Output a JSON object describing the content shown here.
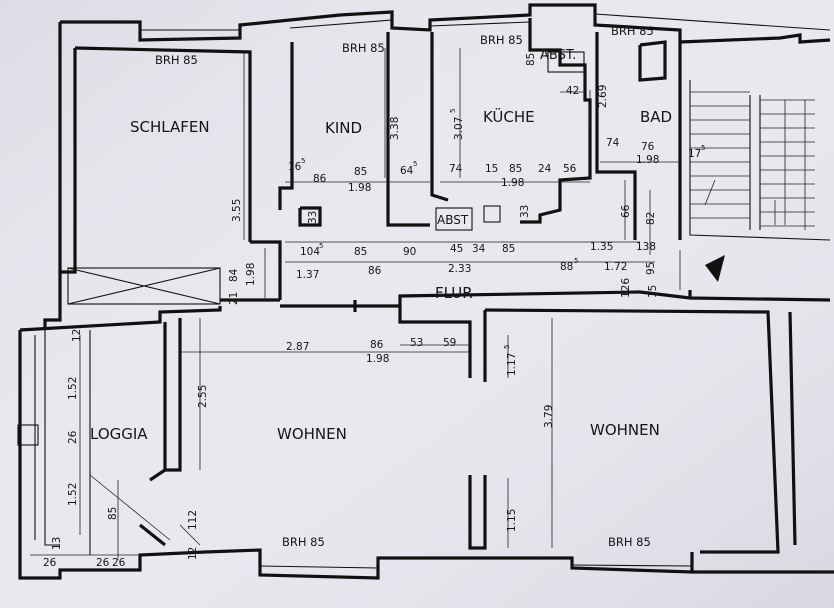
{
  "rooms": {
    "schlafen": "SCHLAFEN",
    "kind": "KIND",
    "kueche": "KÜCHE",
    "abst_top": "ABST.",
    "bad": "BAD",
    "abst_mid": "ABST",
    "flur": "FLUR",
    "loggia": "LOGGIA",
    "wohnen_left": "WOHNEN",
    "wohnen_right": "WOHNEN"
  },
  "brh": {
    "top_schlafen": "BRH 85",
    "top_kind": "BRH 85",
    "top_kueche": "BRH 85",
    "top_bad": "BRH 85",
    "bottom_left": "BRH 85",
    "bottom_right": "BRH 85"
  },
  "dims": {
    "schlafen_h": "3.55",
    "kind_h": "3.38",
    "kueche_h": "3.07",
    "kueche_h_sup": "5",
    "abst_h": "85",
    "abst_w": "42",
    "bad_h": "2.69",
    "kind_left": "16",
    "kind_left_sup": "5",
    "kind_86": "86",
    "kind_85": "85",
    "kind_64": "64",
    "kind_64_sup": "5",
    "kind_198": "1.98",
    "k_74": "74",
    "k_15": "15",
    "k_85": "85",
    "k_24": "24",
    "k_56": "56",
    "k_198": "1.98",
    "bad_74": "74",
    "bad_76": "76",
    "bad_198": "1.98",
    "stair_17": "17",
    "stair_17_sup": "5",
    "kind_33": "33",
    "k_33": "33",
    "flur_66": "66",
    "flur_82": "82",
    "f_104": "104",
    "f_104_sup": "5",
    "f_85a": "85",
    "f_90": "90",
    "f_45": "45",
    "f_34": "34",
    "f_85b": "85",
    "f_135": "1.35",
    "f_138": "138",
    "f_84": "84",
    "f_198": "1.98",
    "f_137": "1.37",
    "f_86": "86",
    "f_233": "2.33",
    "f_88": "88",
    "f_88_sup": "5",
    "f_172": "1.72",
    "f_95": "95",
    "f_21": "21",
    "f_126": "126",
    "f_15": "15",
    "w_287": "2.87",
    "w_86": "86",
    "w_198": "1.98",
    "w_53": "53",
    "w_59": "59",
    "w_117": "1.17",
    "w_117_sup": "5",
    "w_255": "2.55",
    "w_379": "3.79",
    "w_115": "1.15",
    "w_112": "112",
    "w_12": "12",
    "l_12": "12",
    "l_152a": "1.52",
    "l_26": "26",
    "l_152b": "1.52",
    "l_85": "85",
    "l_26b": "26",
    "l_13": "13",
    "l_26c": "26",
    "l_26d": "26"
  }
}
